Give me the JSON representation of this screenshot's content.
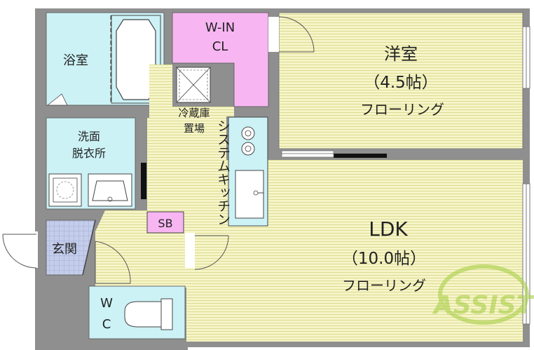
{
  "rooms": {
    "western": {
      "name": "洋室",
      "size": "（4.5帖）",
      "floor": "フローリング"
    },
    "ldk": {
      "name": "LDK",
      "size": "（10.0帖）",
      "floor": "フローリング"
    },
    "walk_in_closet": {
      "line1": "W-IN",
      "line2": "CL"
    },
    "bath": {
      "name": "浴室"
    },
    "washroom": {
      "line1": "洗面",
      "line2": "脱衣所"
    },
    "fridge": {
      "line1": "冷蔵庫",
      "line2": "置場"
    },
    "kitchen": {
      "name": "システムキッチン"
    },
    "shoe_box": {
      "name": "SB"
    },
    "entrance": {
      "name": "玄関"
    },
    "toilet": {
      "line1": "W",
      "line2": "C"
    }
  },
  "watermark": {
    "text": "ASSIST"
  },
  "colors": {
    "wall": "#8f8f8f",
    "flooring": "#f6f5c8",
    "flooring_line": "#d9d88e",
    "wet_area": "#ccf2f6",
    "closet": "#f7b6f2",
    "entrance_tile": "#bcc6e6",
    "watermark": "#a9cf48"
  }
}
